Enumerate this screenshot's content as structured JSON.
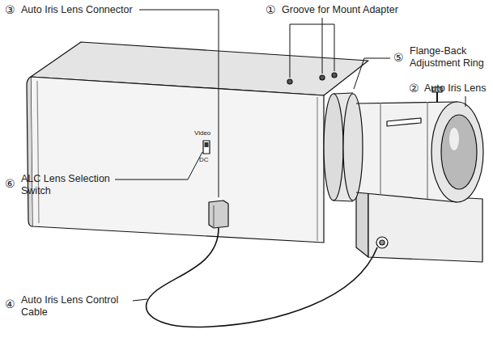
{
  "diagram": {
    "labels": [
      "③",
      "Auto Iris Lens Connector",
      "①",
      "Groove for Mount Adapter",
      "⑤",
      "Flange-Back Adjustment Ring",
      "②",
      "Auto Iris Lens",
      "⑥",
      "ALC Lens Selection Switch",
      "④",
      "Auto Iris Lens Control Cable",
      "Video",
      "DC"
    ]
  }
}
